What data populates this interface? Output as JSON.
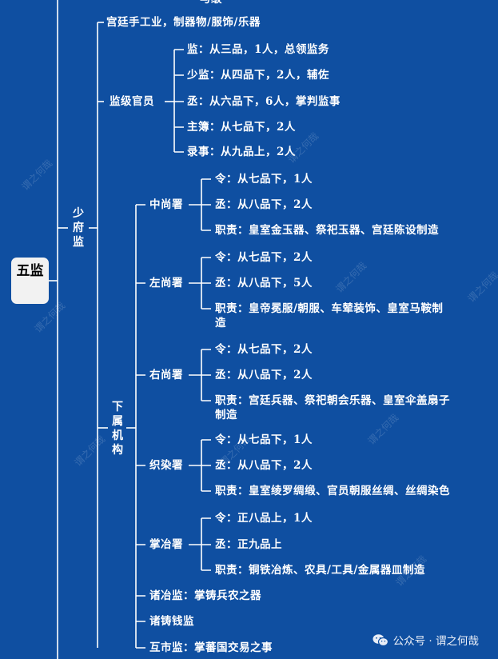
{
  "top_partial": "与级",
  "root": "五监",
  "items": {
    "palace_craft": "宫廷手工业，制器物/服饰/乐器",
    "shaofu": "少府监",
    "officials": "监级官员",
    "o1": "监：从三品，1人，总领监务",
    "o2": "少监：从四品下，2人，辅佐",
    "o3": "丞：从六品下，6人，掌判监事",
    "o4": "主簿：从七品下，2人",
    "o5": "录事：从九品上，2人",
    "subordinate": "下属机构",
    "zs": "中尚署",
    "zs1": "令：从七品下，1人",
    "zs2": "丞：从八品下，2人",
    "zs3": "职责：皇室金玉器、祭祀玉器、宫廷陈设制造",
    "zuos": "左尚署",
    "zuos1": "令：从七品下，2人",
    "zuos2": "丞：从八品下，5人",
    "zuos3a": "职责：皇帝冕服/朝服、车辇装饰、皇室马鞍制",
    "zuos3b": "造",
    "ys": "右尚署",
    "ys1": "令：从七品下，2人",
    "ys2": "丞：从八品下，2人",
    "ys3a": "职责：宫廷兵器、祭祀朝会乐器、皇室伞盖扇子",
    "ys3b": "制造",
    "zr": "织染署",
    "zr1": "令：从七品下，1人",
    "zr2": "丞：从八品下，2人",
    "zr3": "职责：皇室绫罗绸缎、官员朝服丝绸、丝绸染色",
    "zy": "掌冶署",
    "zy1": "令：正八品上，1人",
    "zy2": "丞：正九品上",
    "zy3": "职责：铜铁冶炼、农具/工具/金属器皿制造",
    "zhuye_name": "诸冶监",
    "zhuye_desc": "：掌铸兵农之器",
    "zhuzhu_name": "诸铸钱监",
    "hushi_name": "互市监",
    "hushi_desc": "：掌蕃国交易之事"
  },
  "watermark": "谓之何哉",
  "footer": "公众号 · 谓之何哉"
}
